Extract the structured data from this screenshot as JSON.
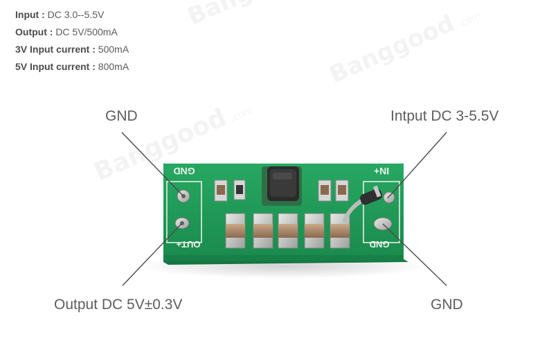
{
  "specs": {
    "input_label": "Input : ",
    "input_value": "DC 3.0--5.5V",
    "output_label": "Output : ",
    "output_value": "DC 5V/500mA",
    "input3v_label": "3V Input current : ",
    "input3v_value": "500mA",
    "input5v_label": "5V Input current : ",
    "input5v_value": "800mA"
  },
  "callouts": {
    "gnd_top_left": "GND",
    "input": "Intput DC 3-5.5V",
    "output": "Output DC 5V±0.3V",
    "gnd_bottom_right": "GND"
  },
  "board": {
    "gnd_silk": "GND",
    "out_silk": "OUT+",
    "in_silk": "IN+",
    "gnd_right_silk": "GND"
  },
  "watermark": {
    "brand": "Banggood",
    "domain": ".com"
  },
  "colors": {
    "pcb": "#1f9a58",
    "pcb_dark": "#167a44",
    "silk": "#eef3ee",
    "solder": "#c9ccc9",
    "label_text": "#5d5d5d"
  }
}
